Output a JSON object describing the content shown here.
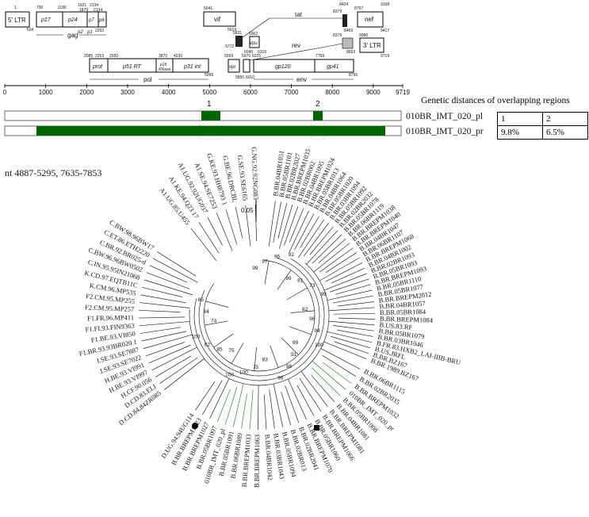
{
  "genome_map": {
    "ticks": [
      "0",
      "1000",
      "2000",
      "3000",
      "4000",
      "5000",
      "6000",
      "7000",
      "8000",
      "9000",
      "9719"
    ],
    "genes": [
      {
        "id": "ltr5",
        "label": "5' LTR",
        "pos": [
          "634"
        ]
      },
      {
        "id": "p17",
        "label": "p17",
        "pos": [
          "790"
        ]
      },
      {
        "id": "p24",
        "label": "p24",
        "pos": [
          "1186"
        ]
      },
      {
        "id": "p7",
        "label": "p7",
        "pos": [
          "1921"
        ]
      },
      {
        "id": "p6",
        "label": "p6",
        "pos": [
          "2134"
        ]
      },
      {
        "id": "vif",
        "label": "vif",
        "pos": [
          "5041",
          "5619"
        ]
      },
      {
        "id": "tat",
        "label": "tat",
        "pos": [
          "5831",
          "8379",
          "8469"
        ]
      },
      {
        "id": "vpu",
        "label": "vpu",
        "pos": [
          "6062",
          "6310"
        ]
      },
      {
        "id": "nef",
        "label": "nef",
        "pos": [
          "8797",
          "9417"
        ]
      },
      {
        "id": "ltr3",
        "label": "3' LTR",
        "pos": [
          "9086",
          "9719"
        ]
      },
      {
        "id": "prot",
        "label": "prot",
        "pos": [
          "2085"
        ]
      },
      {
        "id": "p51rt",
        "label": "p51 RT",
        "pos": [
          "2253",
          "2550"
        ]
      },
      {
        "id": "p15",
        "label": "p15",
        "pos": []
      },
      {
        "id": "rnase",
        "label": "RNase",
        "pos": []
      },
      {
        "id": "p31int",
        "label": "p31 int",
        "pos": [
          "3870",
          "4230",
          "5096"
        ]
      },
      {
        "id": "vpr",
        "label": "vpr",
        "pos": [
          "5559",
          "5850"
        ]
      },
      {
        "id": "gp120",
        "label": "gp120",
        "pos": [
          "6225"
        ]
      },
      {
        "id": "gp41",
        "label": "gp41",
        "pos": [
          "7758",
          "8795"
        ]
      },
      {
        "id": "rev",
        "label": "rev",
        "pos": [
          "5970",
          "8379",
          "8653"
        ]
      }
    ],
    "extra_numbers": [
      "1879",
      "2292",
      "5772",
      "6045",
      "6045",
      "6010",
      "8424",
      "9168",
      "9085"
    ],
    "gag_label": "gag",
    "p2_label": "p2",
    "p1_label": "p1",
    "pol_label": "pol",
    "env_label": "env"
  },
  "recombination": {
    "region_labels": [
      "1",
      "2"
    ],
    "tracks": [
      {
        "name": "010BR_IMT_020_pl",
        "color": "#006400"
      },
      {
        "name": "010BR_IMT_020_pr",
        "color": "#006400"
      }
    ],
    "distance_title": "Genetic distances  of overlapping regions",
    "distance_table": [
      [
        "1",
        "2"
      ],
      [
        "9.8%",
        "6.5%"
      ]
    ]
  },
  "tree": {
    "region_label": "nt 4887-5295, 7635-7853",
    "scale_label": "0.05",
    "branch_color": "#228b22",
    "bootstrap_values": [
      "99",
      "87",
      "96",
      "92",
      "99",
      "81",
      "73",
      "99",
      "82",
      "96",
      "94",
      "100",
      "99",
      "91",
      "98",
      "96",
      "83",
      "75",
      "100",
      "100",
      "75",
      "85",
      "82",
      "100",
      "74",
      "84",
      "85"
    ],
    "leaves_right": [
      "B.BR.04BR1051",
      "B.BR.05BR1101",
      "B.BR.02BR2027",
      "B.BR.BREPM1035",
      "B.BR.02BR002",
      "B.BR.04BR1095",
      "B.BR.BREPM1024",
      "B.BR.05BR1013",
      "B.BR.04BR1064",
      "B.BR.05BR1020",
      "B.BR.03BR1094",
      "B.BR.05BR1092",
      "B.BR.02BR2032",
      "B.BR.05BR1078",
      "B.BR.06BR1119",
      "B.BR.BREPM1038",
      "B.BR.BREPM1040",
      "B.BR.04BR1047",
      "B.BR.06BR1107",
      "B.BR.BREPM1068",
      "B.BR.04BR1002",
      "B.BR.02BR1093",
      "B.BR.05BR1093",
      "B.BR.BREPM1093",
      "B.BR.05BR1110",
      "B.BR.05BR1077",
      "B.BR.BREPM2012",
      "B.BR.04BR1057",
      "B.BR.05BR1084",
      "B.BR.BREPM1084",
      "B.US.83.RF",
      "B.BR.05BR1079",
      "B.BR.03BR1046",
      "B.FR.83.HXB2_LAI-IIIB-BRU",
      "B.US.JRFL",
      "B.BR.BZ167",
      "B.BR.1989.BZ167"
    ],
    "leaves_bottom": [
      "B.BR.06BR1115",
      "B.BR.02BR2035",
      "B.BR.BREPM1032",
      "010BR_IMT_020_pr",
      "B.BR.05BR1008",
      "B.BR.04BR1081",
      "B.BR.BREPM1081",
      "B.BR.BREPM1066",
      "B.BR.05BR1060",
      "B.BR.BREPM1070",
      "B.BR.02BR2041",
      "B.BR.02BR013",
      "B.BR.05BR1094",
      "B.BR.03BR1043",
      "B.BR.04BR1042",
      "B.BR.BREPM1063",
      "B.BR.BREPM1033",
      "B.BR.06BR1089",
      "B.BR.05BR1091",
      "010BR_IMT_020_pl",
      "B.BR.05BR1097",
      "B.BR.BREPM1027",
      "B.BR.BREPM1023",
      "D.UG.94.94UG114"
    ],
    "leaves_left": [
      "D.CD.84.84ZR085",
      "D.CD.83.ELI",
      "H.CF.90.056",
      "H.BE.93.VI997",
      "H.BE.93.VI991",
      "J.SE.93.SE7022",
      "J.SE.93.SE7887",
      "F1.BR.93.93BR020 1",
      "F1.BE.93.VI850",
      "F1.FI.93.FIN9363",
      "F1.FR.96.MP411",
      "F2.CM.95.MP257",
      "F2.CM.95.MP255",
      "K.CM.96.MP535",
      "K.CD.97.EQTB11C",
      "C.IN.95.95IN21068",
      "C.BW.96.96BW0502",
      "C.BR.92.BR025-d",
      "C.ET.86.ETH2220",
      "C.BW.98.96BW17"
    ],
    "leaves_top": [
      "A1.UG.85.U455",
      "A1.KE.94.Q23 17",
      "A1.UG.92.92UG037",
      "A1.SE.94.SE7253",
      "G.KE.93.HH8793 1",
      "G.BE.96.DRCBL",
      "G.SE.93.SE6165",
      "G.NG.92.92NG083"
    ]
  }
}
